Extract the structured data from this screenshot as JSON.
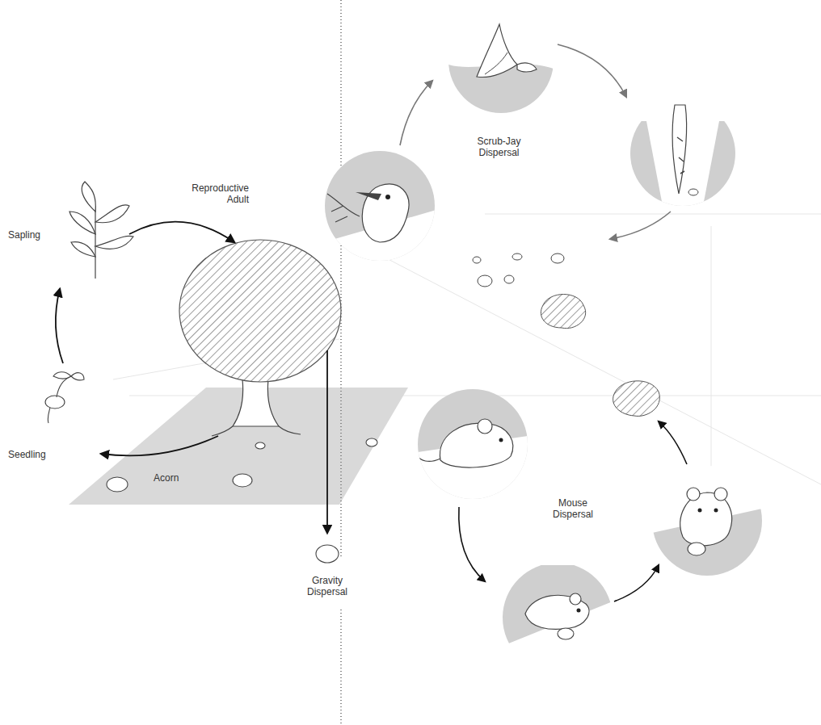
{
  "diagram": {
    "labels": [
      "Reproductive Adult",
      "Sapling",
      "Seedling",
      "Acorn",
      "Gravity Dispersal",
      "Scrub-Jay Dispersal",
      "Mouse Dispersal"
    ]
  }
}
